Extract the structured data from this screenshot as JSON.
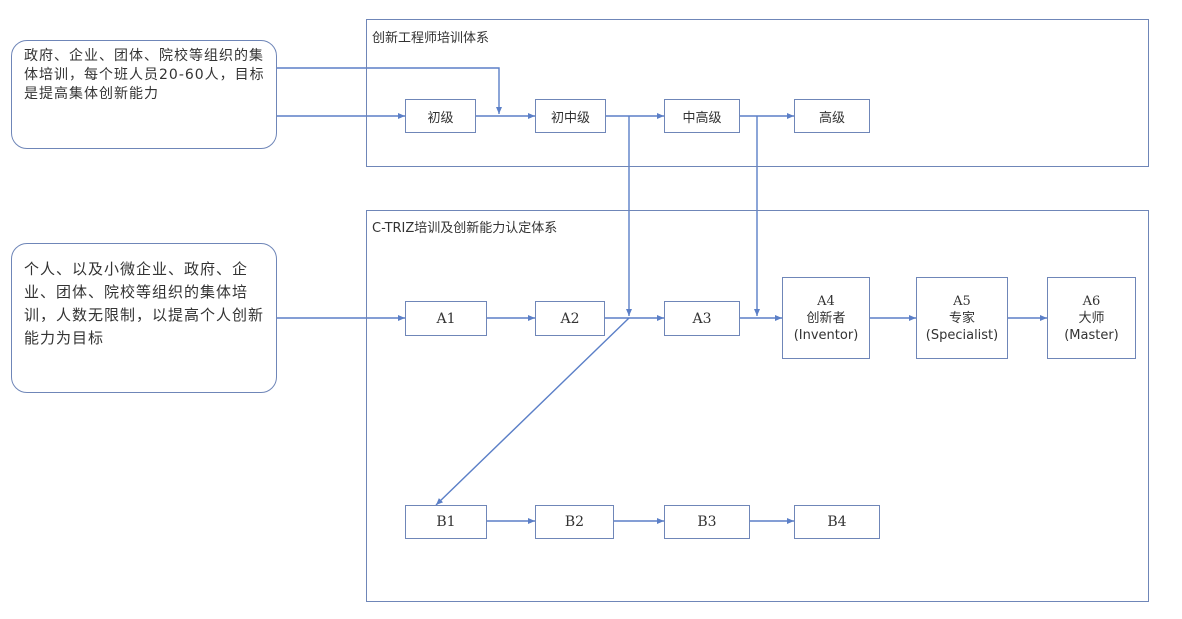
{
  "frames": {
    "engineer": {
      "title": "创新工程师培训体系"
    },
    "ctriz": {
      "title": "C-TRIZ培训及创新能力认定体系"
    }
  },
  "notes": {
    "group": "政府、企业、团体、院校等组织的集体培训，每个班人员20-60人，目标是提高集体创新能力",
    "individual": "个人、以及小微企业、政府、企业、团体、院校等组织的集体培训，人数无限制，以提高个人创新能力为目标"
  },
  "levels": {
    "beginner": "初级",
    "lower_mid": "初中级",
    "upper_mid": "中高级",
    "advanced": "高级"
  },
  "a_track": {
    "a1": "A1",
    "a2": "A2",
    "a3": "A3",
    "a4": {
      "code": "A4",
      "cn": "创新者",
      "en": "(Inventor)"
    },
    "a5": {
      "code": "A5",
      "cn": "专家",
      "en": "(Specialist)"
    },
    "a6": {
      "code": "A6",
      "cn": "大师",
      "en": "(Master)"
    }
  },
  "b_track": {
    "b1": "B1",
    "b2": "B2",
    "b3": "B3",
    "b4": "B4"
  },
  "colors": {
    "line": "#5b7fc7",
    "border": "#6f86b8"
  }
}
